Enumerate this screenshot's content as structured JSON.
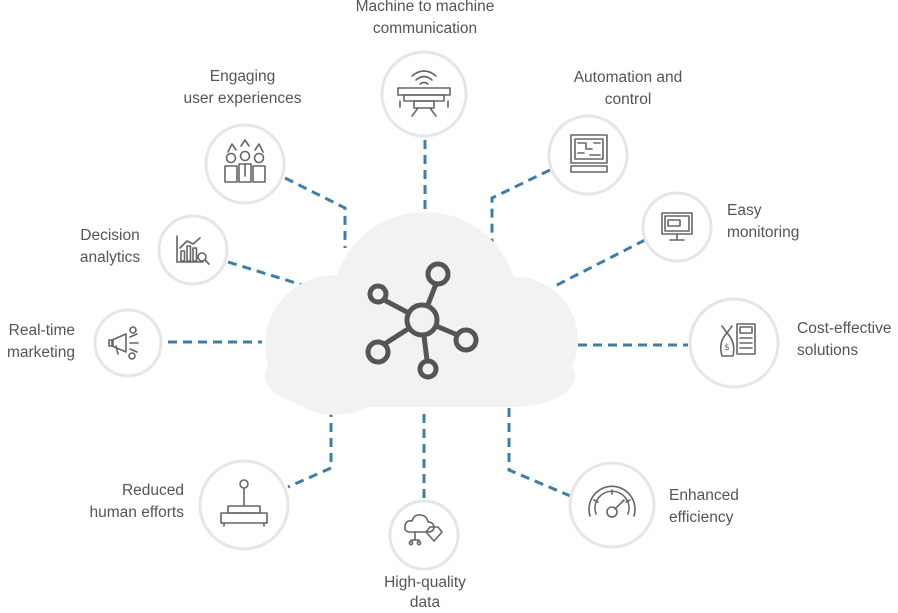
{
  "nodes": [
    {
      "id": "machine",
      "icon": "drone-icon",
      "lines": [
        "Machine to machine",
        "communication"
      ]
    },
    {
      "id": "engaging",
      "icon": "team-icon",
      "lines": [
        "Engaging",
        "user experiences"
      ]
    },
    {
      "id": "automation",
      "icon": "circuit-computer-icon",
      "lines": [
        "Automation and",
        "control"
      ]
    },
    {
      "id": "decision",
      "icon": "chart-magnifier-icon",
      "lines": [
        "Decision",
        "analytics"
      ]
    },
    {
      "id": "easy",
      "icon": "monitor-icon",
      "lines": [
        "Easy",
        "monitoring"
      ]
    },
    {
      "id": "realtime",
      "icon": "megaphone-icon",
      "lines": [
        "Real-time",
        "marketing"
      ]
    },
    {
      "id": "cost",
      "icon": "money-calculator-icon",
      "lines": [
        "Cost-effective",
        "solutions"
      ]
    },
    {
      "id": "reduced",
      "icon": "joystick-icon",
      "lines": [
        "Reduced",
        "human efforts"
      ]
    },
    {
      "id": "enhanced",
      "icon": "speedometer-icon",
      "lines": [
        "Enhanced",
        "efficiency"
      ]
    },
    {
      "id": "hq",
      "icon": "cloud-diamond-icon",
      "lines": [
        "High-quality",
        "data"
      ]
    }
  ],
  "center": {
    "icon": "network-hub-icon"
  },
  "colors": {
    "connector": "#3b7ea8",
    "cloud": "#f2f2f2",
    "circle_border": "#e6e6e6",
    "icon": "#666666",
    "hub": "#555555",
    "text": "#555555"
  }
}
